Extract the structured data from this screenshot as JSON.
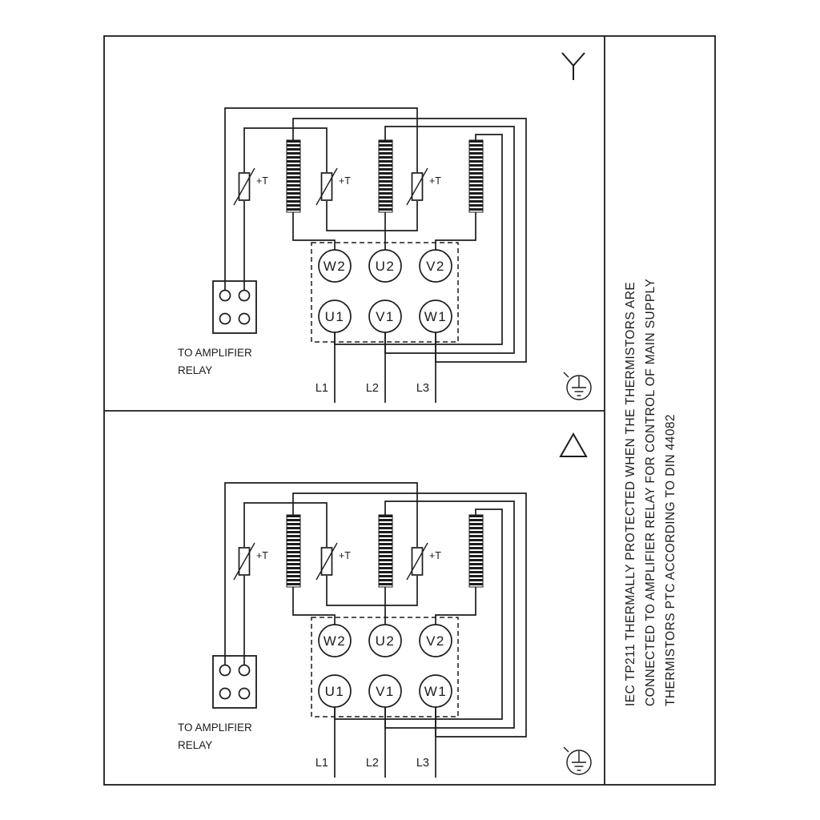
{
  "colors": {
    "line": "#1c1c1c",
    "background": "#ffffff"
  },
  "panels": [
    {
      "connection_symbol": "star-icon",
      "thermistors": [
        "+T",
        "+T",
        "+T"
      ],
      "terminals_top": [
        "W2",
        "U2",
        "V2"
      ],
      "terminals_bottom": [
        "U1",
        "V1",
        "W1"
      ],
      "relay_label": [
        "TO AMPLIFIER",
        "RELAY"
      ],
      "supply_labels": [
        "L1",
        "L2",
        "L3"
      ]
    },
    {
      "connection_symbol": "delta-icon",
      "thermistors": [
        "+T",
        "+T",
        "+T"
      ],
      "terminals_top": [
        "W2",
        "U2",
        "V2"
      ],
      "terminals_bottom": [
        "U1",
        "V1",
        "W1"
      ],
      "relay_label": [
        "TO AMPLIFIER",
        "RELAY"
      ],
      "supply_labels": [
        "L1",
        "L2",
        "L3"
      ]
    }
  ],
  "side_note": {
    "lines": [
      "IEC TP211 THERMALLY PROTECTED WHEN THE THERMISTORS ARE",
      "CONNECTED TO AMPLIFIER RELAY FOR CONTROL OF MAIN SUPPLY",
      "THERMISTORS PTC ACCORDING TO DIN 44082"
    ]
  }
}
